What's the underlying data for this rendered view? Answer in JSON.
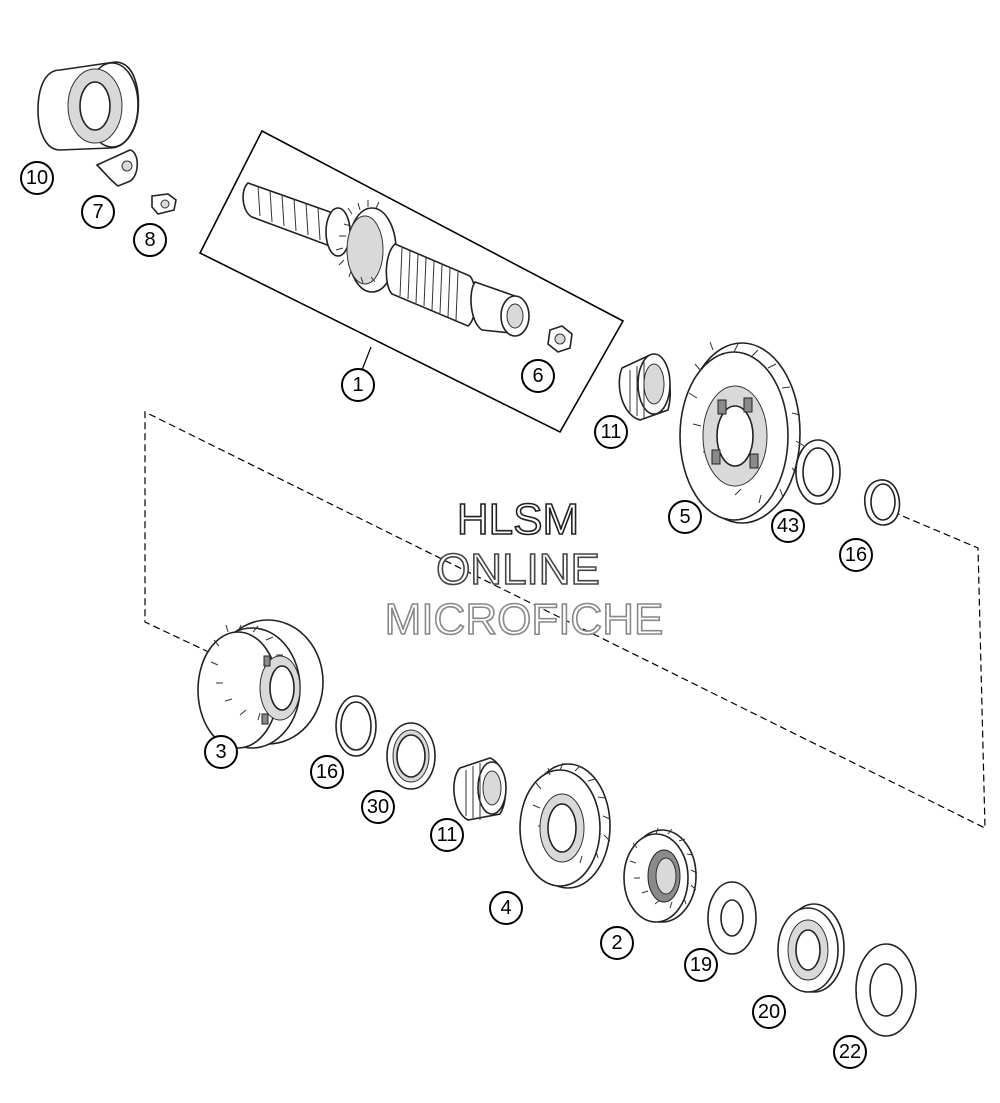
{
  "watermark": {
    "line1": "HLSM",
    "line2": "ONLINE",
    "line3": "MICROFICHE"
  },
  "callouts": [
    {
      "id": "c10",
      "label": "10"
    },
    {
      "id": "c7",
      "label": "7"
    },
    {
      "id": "c8",
      "label": "8"
    },
    {
      "id": "c1",
      "label": "1"
    },
    {
      "id": "c6",
      "label": "6"
    },
    {
      "id": "c11a",
      "label": "11"
    },
    {
      "id": "c5",
      "label": "5"
    },
    {
      "id": "c43",
      "label": "43"
    },
    {
      "id": "c16a",
      "label": "16"
    },
    {
      "id": "c3",
      "label": "3"
    },
    {
      "id": "c16b",
      "label": "16"
    },
    {
      "id": "c30",
      "label": "30"
    },
    {
      "id": "c11b",
      "label": "11"
    },
    {
      "id": "c4",
      "label": "4"
    },
    {
      "id": "c2",
      "label": "2"
    },
    {
      "id": "c19",
      "label": "19"
    },
    {
      "id": "c20",
      "label": "20"
    },
    {
      "id": "c22",
      "label": "22"
    }
  ]
}
